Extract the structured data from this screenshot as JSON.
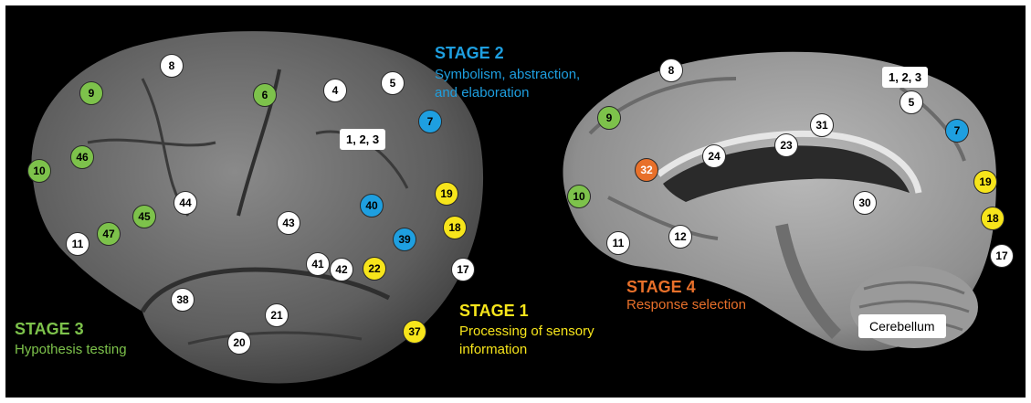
{
  "colors": {
    "background": "#000000",
    "stage1": "#f7e51b",
    "stage2": "#1e9fe0",
    "stage3": "#7dc24b",
    "stage4": "#e8702a",
    "neutral": "#ffffff"
  },
  "stages": {
    "stage1": {
      "title": "STAGE 1",
      "desc_line1": "Processing of sensory",
      "desc_line2": "information"
    },
    "stage2": {
      "title": "STAGE 2",
      "desc_line1": "Symbolism, abstraction,",
      "desc_line2": "and elaboration"
    },
    "stage3": {
      "title": "STAGE 3",
      "desc_line1": "Hypothesis testing"
    },
    "stage4": {
      "title": "STAGE 4",
      "desc_line1": "Response selection"
    }
  },
  "lateral_view": {
    "areas": [
      {
        "label": "8",
        "stage": "neutral"
      },
      {
        "label": "9",
        "stage": "stage3"
      },
      {
        "label": "6",
        "stage": "stage3"
      },
      {
        "label": "4",
        "stage": "neutral"
      },
      {
        "label": "5",
        "stage": "neutral"
      },
      {
        "label": "7",
        "stage": "stage2"
      },
      {
        "label": "1, 2, 3",
        "stage": "neutral"
      },
      {
        "label": "46",
        "stage": "stage3"
      },
      {
        "label": "10",
        "stage": "stage3"
      },
      {
        "label": "44",
        "stage": "neutral"
      },
      {
        "label": "45",
        "stage": "stage3"
      },
      {
        "label": "47",
        "stage": "stage3"
      },
      {
        "label": "11",
        "stage": "neutral"
      },
      {
        "label": "43",
        "stage": "neutral"
      },
      {
        "label": "40",
        "stage": "stage2"
      },
      {
        "label": "19",
        "stage": "stage1"
      },
      {
        "label": "39",
        "stage": "stage2"
      },
      {
        "label": "18",
        "stage": "stage1"
      },
      {
        "label": "41",
        "stage": "neutral"
      },
      {
        "label": "42",
        "stage": "neutral"
      },
      {
        "label": "22",
        "stage": "stage1"
      },
      {
        "label": "17",
        "stage": "neutral"
      },
      {
        "label": "38",
        "stage": "neutral"
      },
      {
        "label": "21",
        "stage": "neutral"
      },
      {
        "label": "20",
        "stage": "neutral"
      },
      {
        "label": "37",
        "stage": "stage1"
      }
    ]
  },
  "medial_view": {
    "cerebellum_label": "Cerebellum",
    "areas": [
      {
        "label": "8",
        "stage": "neutral"
      },
      {
        "label": "1, 2, 3",
        "stage": "neutral"
      },
      {
        "label": "5",
        "stage": "neutral"
      },
      {
        "label": "9",
        "stage": "stage3"
      },
      {
        "label": "31",
        "stage": "neutral"
      },
      {
        "label": "7",
        "stage": "stage2"
      },
      {
        "label": "23",
        "stage": "neutral"
      },
      {
        "label": "24",
        "stage": "neutral"
      },
      {
        "label": "32",
        "stage": "stage4"
      },
      {
        "label": "19",
        "stage": "stage1"
      },
      {
        "label": "10",
        "stage": "stage3"
      },
      {
        "label": "30",
        "stage": "neutral"
      },
      {
        "label": "18",
        "stage": "stage1"
      },
      {
        "label": "12",
        "stage": "neutral"
      },
      {
        "label": "11",
        "stage": "neutral"
      },
      {
        "label": "17",
        "stage": "neutral"
      }
    ]
  }
}
